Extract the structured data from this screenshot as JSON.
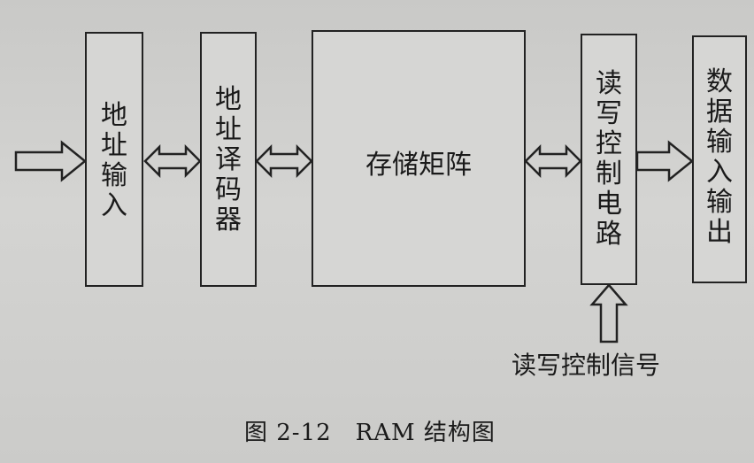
{
  "diagram": {
    "blocks": [
      {
        "id": "address-input",
        "chars": [
          "地",
          "址",
          "输",
          "入"
        ]
      },
      {
        "id": "address-decoder",
        "chars": [
          "地",
          "址",
          "译",
          "码",
          "器"
        ]
      },
      {
        "id": "storage-matrix",
        "label": "存储矩阵"
      },
      {
        "id": "rw-control",
        "chars": [
          "读",
          "写",
          "控",
          "制",
          "电",
          "路"
        ]
      },
      {
        "id": "data-io",
        "chars": [
          "数",
          "据",
          "输",
          "入",
          "输",
          "出"
        ]
      }
    ],
    "signal_label": "读写控制信号",
    "caption": "图 2-12　RAM 结构图"
  }
}
